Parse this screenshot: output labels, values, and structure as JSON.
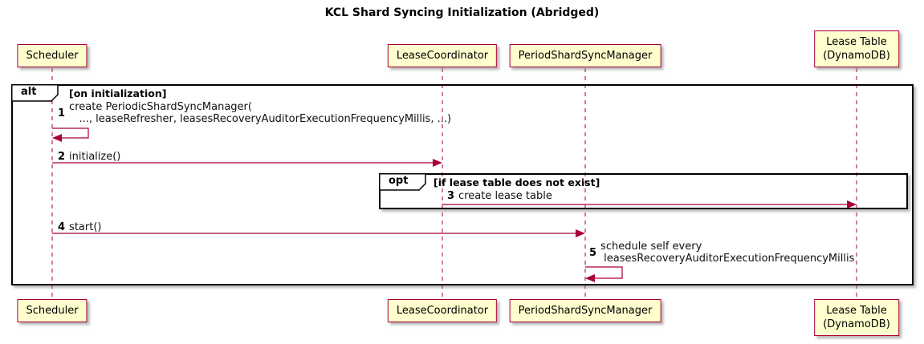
{
  "title": "KCL Shard Syncing Initialization (Abridged)",
  "participants": [
    {
      "id": "scheduler",
      "label": "Scheduler"
    },
    {
      "id": "lease-coordinator",
      "label": "LeaseCoordinator"
    },
    {
      "id": "period-shard-sync-manager",
      "label": "PeriodShardSyncManager"
    },
    {
      "id": "lease-table",
      "label": "Lease Table\n(DynamoDB)"
    }
  ],
  "frames": {
    "alt": {
      "keyword": "alt",
      "guard": "[on initialization]"
    },
    "opt": {
      "keyword": "opt",
      "guard": "[if lease table does not exist]"
    }
  },
  "messages": [
    {
      "num": "1",
      "text": "create PeriodicShardSyncManager(\n   ..., leaseRefresher, leasesRecoveryAuditorExecutionFrequencyMillis, ...)",
      "kind": "self",
      "from": "scheduler",
      "to": "scheduler"
    },
    {
      "num": "2",
      "text": "initialize()",
      "kind": "sync",
      "from": "scheduler",
      "to": "lease-coordinator"
    },
    {
      "num": "3",
      "text": "create lease table",
      "kind": "sync",
      "from": "lease-coordinator",
      "to": "lease-table"
    },
    {
      "num": "4",
      "text": "start()",
      "kind": "sync",
      "from": "scheduler",
      "to": "period-shard-sync-manager"
    },
    {
      "num": "5",
      "text": "schedule self every\n leasesRecoveryAuditorExecutionFrequencyMillis",
      "kind": "self",
      "from": "period-shard-sync-manager",
      "to": "period-shard-sync-manager"
    }
  ],
  "colors": {
    "participant_fill": "#FEFECE",
    "accent": "#A80036",
    "frame_border": "#000000",
    "background": "#FFFFFF"
  }
}
